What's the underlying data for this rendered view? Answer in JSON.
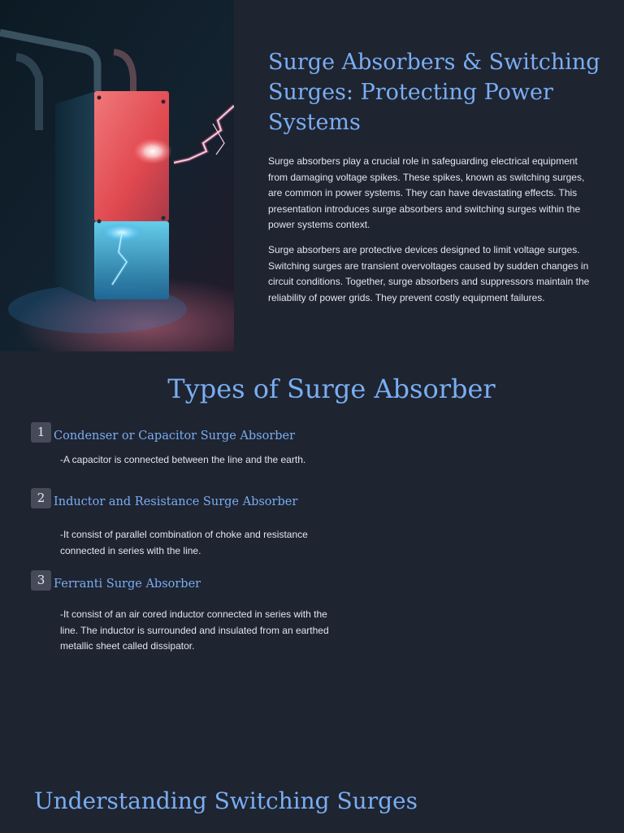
{
  "hero": {
    "title": "Surge Absorbers & Switching Surges: Protecting Power Systems",
    "paragraphs": [
      "Surge absorbers play a crucial role in safeguarding electrical equipment from damaging voltage spikes. These spikes, known as switching surges, are common in power systems. They can have devastating effects. This presentation introduces surge absorbers and switching surges within the power systems context.",
      "Surge absorbers are protective devices designed to limit voltage surges. Switching surges are transient overvoltages caused by sudden changes in circuit conditions. Together, surge absorbers and suppressors maintain the reliability of power grids. They prevent costly equipment failures."
    ],
    "image_icon": "electrical-box-lightning-illustration"
  },
  "types": {
    "title": "Types of Surge Absorber",
    "items": [
      {
        "number": "1",
        "heading": "Condenser or Capacitor Surge Absorber",
        "description": "-A capacitor is connected between the line and the earth."
      },
      {
        "number": "2",
        "heading": "Inductor and Resistance Surge Absorber",
        "description": "-It consist of parallel combination of choke and resistance connected in series with the line."
      },
      {
        "number": "3",
        "heading": "Ferranti Surge Absorber",
        "description": "-It consist of an air cored inductor connected in series with the line. The inductor is surrounded and insulated from an earthed metallic sheet called dissipator."
      }
    ]
  },
  "switching": {
    "title": "Understanding Switching Surges"
  },
  "colors": {
    "background": "#1f2431",
    "accent": "#79aef2",
    "text": "#e2e5ec",
    "badge": "#454b58"
  }
}
